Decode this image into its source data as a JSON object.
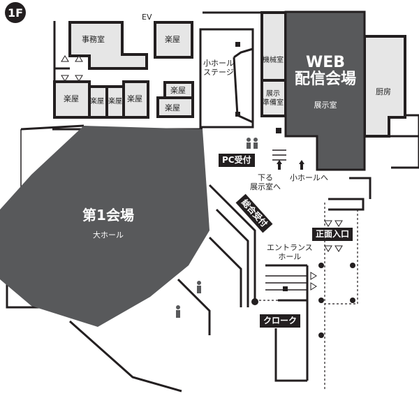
{
  "floor": "1F",
  "rooms": {
    "office": "事務室",
    "ev": "EV",
    "dressing": "楽屋",
    "small_hall_stage": [
      "小ホール",
      "ステージ"
    ],
    "machine_room": "機械室",
    "exhibit_prep": [
      "展示",
      "準備室"
    ],
    "kitchen": "厨房",
    "web_venue": [
      "WEB",
      "配信会場"
    ],
    "web_venue_sub": "展示室",
    "main_venue": "第1会場",
    "main_venue_sub": "大ホール",
    "entrance_hall": [
      "エントランス",
      "ホール"
    ]
  },
  "labels": {
    "pc_reception": "PC受付",
    "general_reception": "総合受付",
    "main_entrance": "正面入口",
    "cloak": "クローク",
    "down_to_exhibit": [
      "下る",
      "展示室へ"
    ],
    "to_small_hall": "小ホールへ"
  },
  "colors": {
    "dark_venue": "#58595b",
    "room_fill": "#e6e6e6",
    "label_bg": "#231f20"
  }
}
